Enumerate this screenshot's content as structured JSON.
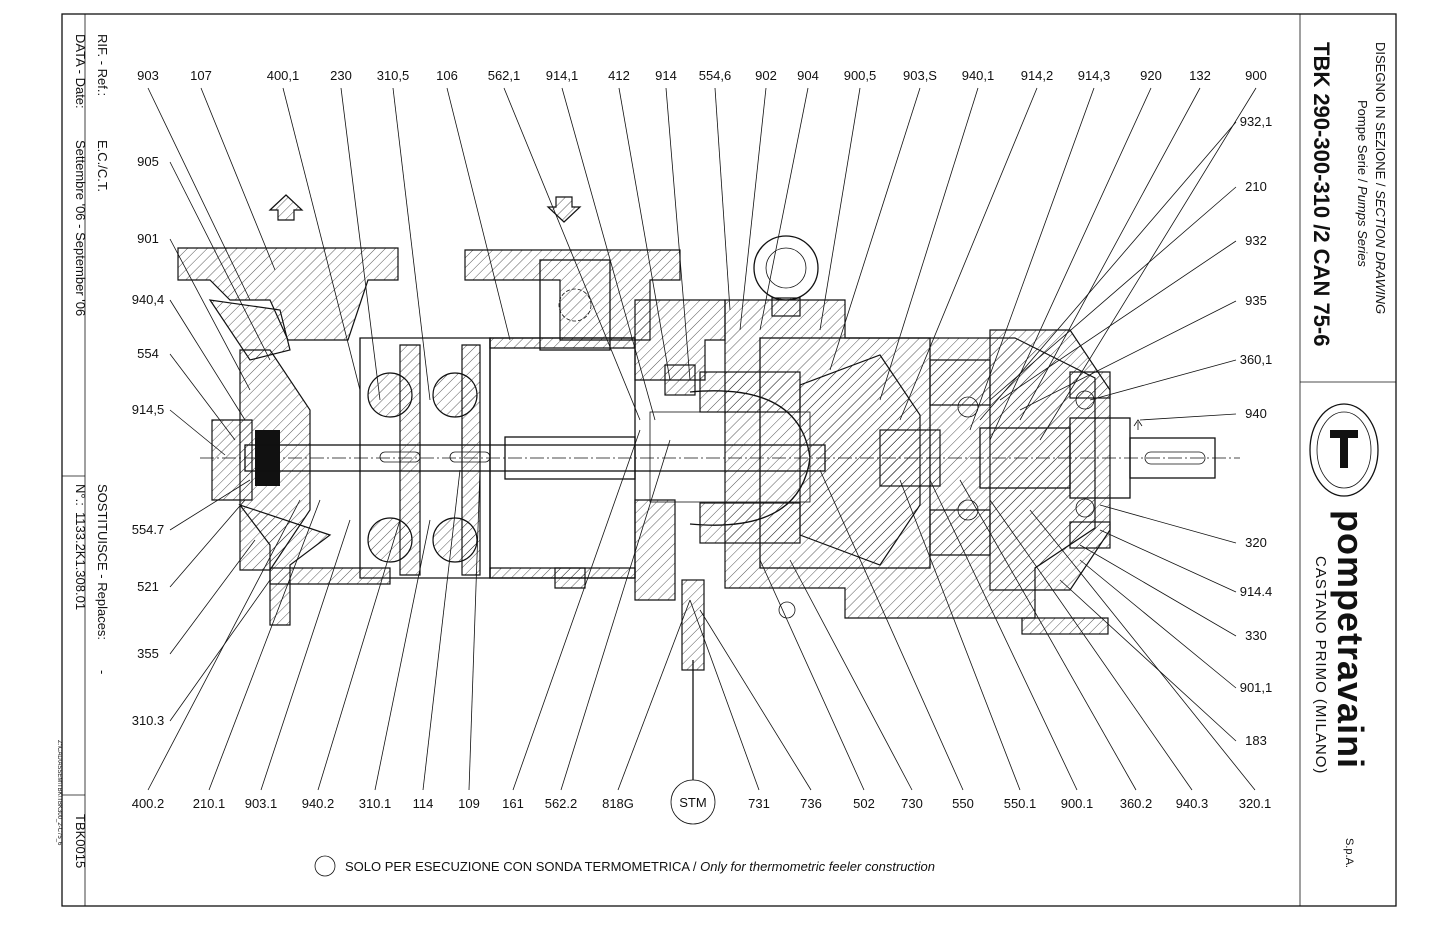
{
  "drawing": {
    "title": "TBK 290-300-310 /2 CAN 75-6",
    "section_it": "DISEGNO IN SEZIONE / ",
    "section_en": "SECTION DRAWING",
    "series_it": "Pompe Serie / ",
    "series_en": "Pumps Series",
    "company_name": "pompetravaini",
    "company_suffix": "S.p.A.",
    "company_location": "CASTANO PRIMO    (MILANO)",
    "ref_label": "RIF. - Ref.:",
    "ref_value": "E.C./C.T.",
    "date_label": "DATA - Date:",
    "date_value": "Settembre '06 - September '06",
    "replaces_label": "SOSTITUISCE - Replaces:",
    "replaces_value": "-",
    "number_label": "N°.:",
    "number_value": "1133.2K1.308.01",
    "file_path": "Z:\\CAD\\ASSEM\\TBK\\TBK300_2-C75_6",
    "drawing_code": "TBK0015",
    "note_it": "SOLO PER ESECUZIONE CON SONDA TERMOMETRICA / ",
    "note_en": "Only for thermometric feeler construction",
    "stm_label": "STM"
  },
  "labels": {
    "top": [
      "903",
      "107",
      "400,1",
      "230",
      "310,5",
      "106",
      "562,1",
      "914,1",
      "412",
      "914",
      "554,6",
      "902",
      "904",
      "900,5",
      "903,S",
      "940,1",
      "914,2",
      "914,3",
      "920",
      "132",
      "900"
    ],
    "left": [
      "905",
      "901",
      "940,4",
      "554",
      "914,5",
      "554.7",
      "521",
      "355",
      "310.3"
    ],
    "right": [
      "932,1",
      "210",
      "932",
      "935",
      "360,1",
      "940",
      "320",
      "914.4",
      "330",
      "901,1",
      "183"
    ],
    "bottom": [
      "400.2",
      "210.1",
      "903.1",
      "940.2",
      "310.1",
      "114",
      "109",
      "161",
      "562.2",
      "818G",
      "731",
      "736",
      "502",
      "730",
      "550",
      "550.1",
      "900.1",
      "360.2",
      "940.3",
      "320.1"
    ]
  }
}
